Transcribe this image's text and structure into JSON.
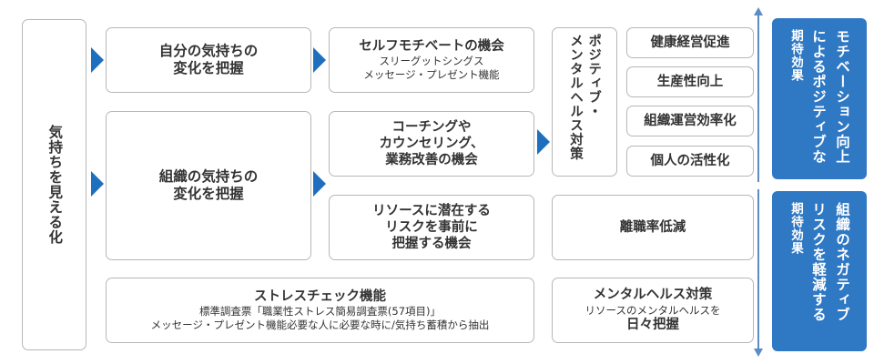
{
  "left": {
    "label": "気持ちを見える化"
  },
  "self_change": {
    "line1": "自分の気持ちの",
    "line2": "変化を把握"
  },
  "org_change": {
    "line1": "組織の気持ちの",
    "line2": "変化を把握"
  },
  "selfmotivate": {
    "title": "セルフモチベートの機会",
    "sub1": "スリーグットシングス",
    "sub2": "メッセージ・プレゼント機能"
  },
  "coaching": {
    "line1": "コーチングや",
    "line2": "カウンセリング、",
    "line3": "業務改善の機会"
  },
  "resource": {
    "line1": "リソースに潜在する",
    "line2": "リスクを事前に",
    "line3": "把握する機会"
  },
  "positive_mental": {
    "col1": "ポジティブ・",
    "col2": "メンタルヘルス対策"
  },
  "positive_effects": [
    "健康経営促進",
    "生産性向上",
    "組織運営効率化",
    "個人の活性化"
  ],
  "turnover": {
    "label": "離職率低減"
  },
  "stresscheck": {
    "title": "ストレスチェック機能",
    "sub1": "標準調査票「職業性ストレス簡易調査票(57項目)」",
    "sub2": "メッセージ・プレゼント機能必要な人に必要な時に/気持ち蓄積から抽出"
  },
  "mental_daily": {
    "title": "メンタルヘルス対策",
    "sub1": "リソースのメンタルヘルスを",
    "sub2": "日々把握"
  },
  "blue_top": {
    "col1": "モチベーション向上",
    "col2": "によるポジティブな",
    "col3": "期待効果"
  },
  "blue_bottom": {
    "col1": "組織のネガティブ",
    "col2": "リスクを軽減する",
    "col3": "期待効果"
  },
  "colors": {
    "accent": "#2f78c4",
    "arrow": "#1f6fbf",
    "border": "#b7b7b7"
  }
}
